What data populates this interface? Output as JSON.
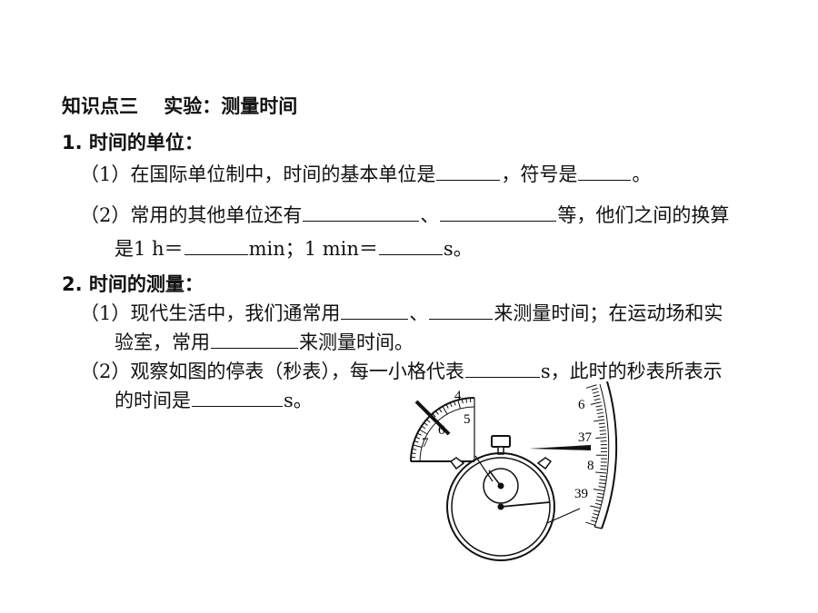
{
  "heading": {
    "title": "知识点三　 实验：测量时间"
  },
  "section1": {
    "title": "1. 时间的单位：",
    "item1": {
      "prefix": "（1）在国际单位制中，时间的基本单位是",
      "mid": "，符号是",
      "end": "。"
    },
    "item2": {
      "prefix": "（2）常用的其他单位还有",
      "sep": "、",
      "suffix": "等，他们之间的换算",
      "line2_a": "是1 h＝",
      "line2_b": "min；1 min＝",
      "line2_c": "s。"
    }
  },
  "section2": {
    "title": "2. 时间的测量：",
    "item1": {
      "prefix": "（1）现代生活中，我们通常用",
      "sep": "、",
      "suffix": "来测量时间；在运动场和实",
      "line2_a": "验室，常用",
      "line2_b": "来测量时间。"
    },
    "item2": {
      "prefix": "（2）观察如图的停表（秒表），每一小格代表",
      "suffix": "s，此时的秒表所表示",
      "line2_a": "的时间是",
      "line2_b": "s。"
    }
  },
  "figure": {
    "minute_dial_labels": [
      "4",
      "5",
      "6",
      "7"
    ],
    "second_dial_labels": [
      "6",
      "37",
      "8",
      "39"
    ]
  }
}
